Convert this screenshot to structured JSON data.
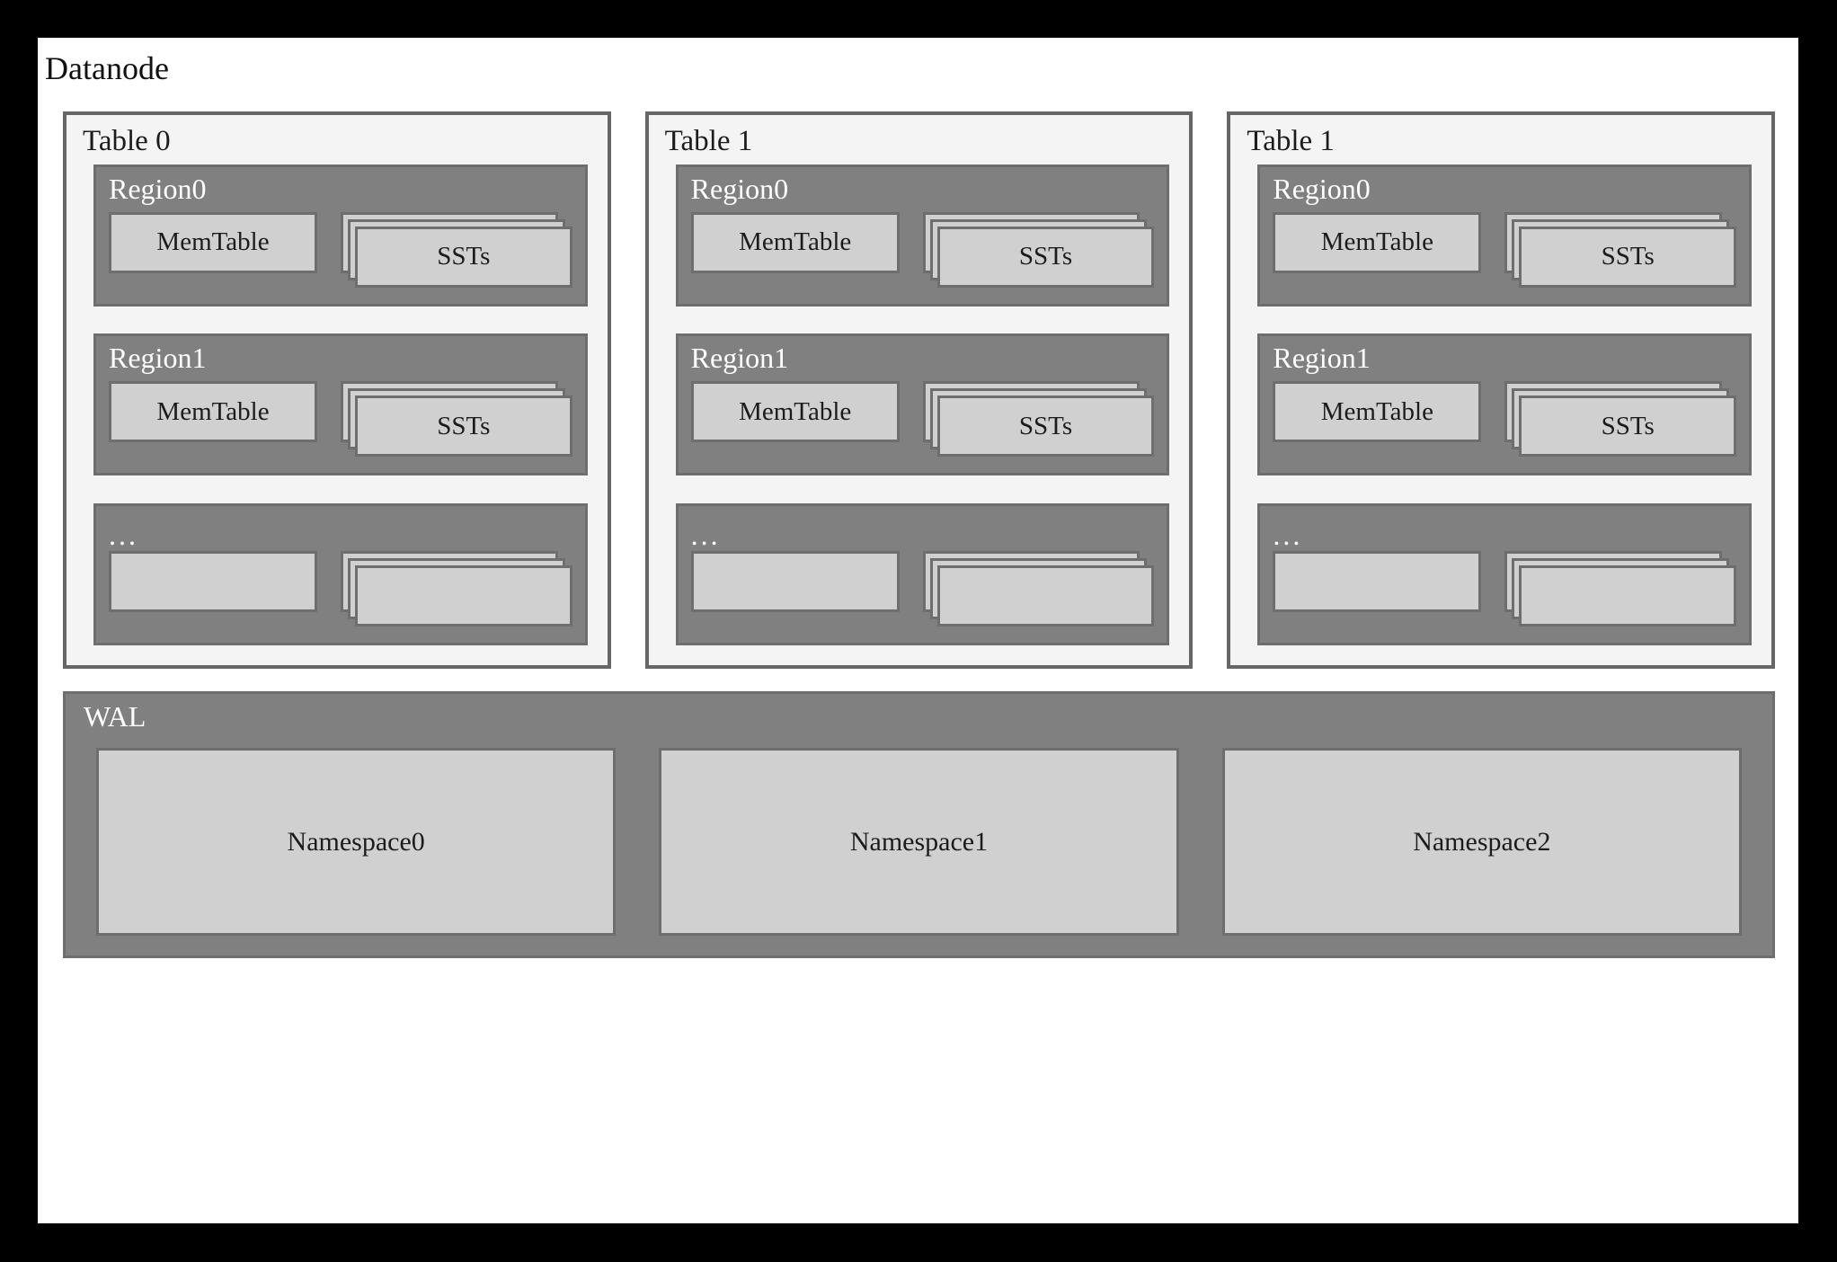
{
  "diagram": {
    "title": "Datanode",
    "colors": {
      "frame": "#000000",
      "canvas": "#ffffff",
      "panel_fill": "#f4f4f4",
      "panel_border": "#666666",
      "region_fill": "#808080",
      "box_fill": "#d0d0d0",
      "box_border": "#6e6e6e",
      "dark_text": "#1c1c1c",
      "light_text": "#ffffff"
    },
    "tables": [
      {
        "title": "Table 0",
        "regions": [
          {
            "label": "Region0",
            "memtable": "MemTable",
            "ssts": "SSTs"
          },
          {
            "label": "Region1",
            "memtable": "MemTable",
            "ssts": "SSTs"
          },
          {
            "label": "...",
            "memtable": "",
            "ssts": ""
          }
        ]
      },
      {
        "title": "Table 1",
        "regions": [
          {
            "label": "Region0",
            "memtable": "MemTable",
            "ssts": "SSTs"
          },
          {
            "label": "Region1",
            "memtable": "MemTable",
            "ssts": "SSTs"
          },
          {
            "label": "...",
            "memtable": "",
            "ssts": ""
          }
        ]
      },
      {
        "title": "Table 1",
        "regions": [
          {
            "label": "Region0",
            "memtable": "MemTable",
            "ssts": "SSTs"
          },
          {
            "label": "Region1",
            "memtable": "MemTable",
            "ssts": "SSTs"
          },
          {
            "label": "...",
            "memtable": "",
            "ssts": ""
          }
        ]
      }
    ],
    "wal": {
      "label": "WAL",
      "namespaces": [
        "Namespace0",
        "Namespace1",
        "Namespace2"
      ]
    }
  }
}
